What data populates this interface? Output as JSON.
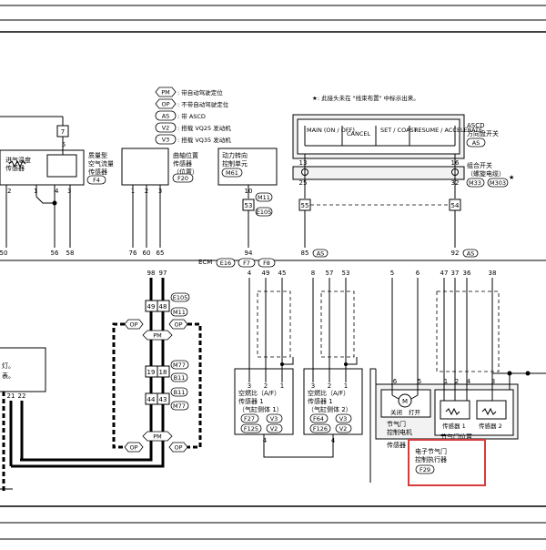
{
  "legend": {
    "items": [
      {
        "code": "PM",
        "text": ": 带自动驾驶定位"
      },
      {
        "code": "OP",
        "text": ": 不带自动驾驶定位"
      },
      {
        "code": "AS",
        "text": ": 带 ASCD"
      },
      {
        "code": "V2",
        "text": ": 搭载 VQ25 发动机"
      },
      {
        "code": "V3",
        "text": ": 搭载 VQ35 发动机"
      }
    ]
  },
  "note": "★: 此接头未在 \"线束布置\" 中标示出来。",
  "components": {
    "intake_temp": {
      "line1": "进气温度",
      "line2": "传感器"
    },
    "maf": {
      "line1": "质量型",
      "line2": "空气流量",
      "line3": "传感器",
      "conn": "F4",
      "pin_top": "7",
      "pin_mid": "5"
    },
    "crank": {
      "line1": "曲轴位置",
      "line2": "传感器",
      "line3": "（位置）",
      "conn": "F20",
      "pins": [
        "1",
        "2",
        "3"
      ]
    },
    "ps": {
      "line1": "动力转向",
      "line2": "控制单元",
      "conn": "M61",
      "pin": "10",
      "pin2": "53",
      "conn2": "M11",
      "conn3": "E105"
    },
    "ascd": {
      "title1": "ASCD",
      "title2": "方向盘开关",
      "tag": "AS",
      "buttons": [
        "MAIN (ON / OFF)",
        "CANCEL",
        "SET / COAST",
        "RESUME / ACCELERATE"
      ],
      "pins_top": [
        "13",
        "16"
      ],
      "pins_bot": [
        "25",
        "32"
      ],
      "spiral1": "组合开关",
      "spiral2": "（螺旋电缆）",
      "conn1": "M33",
      "conn2": "M303",
      "joint": [
        "55",
        "54"
      ]
    },
    "ecm": {
      "label": "ECM",
      "conns": [
        "E16",
        "F7",
        "F8"
      ],
      "top_pins": [
        "50",
        "56",
        "58",
        "76",
        "60",
        "65",
        "94",
        "85",
        "92"
      ],
      "bot_pins": [
        "4",
        "49",
        "45",
        "8",
        "57",
        "53",
        "5",
        "6",
        "47",
        "37",
        "36",
        "38"
      ],
      "left_pins": [
        "21",
        "22"
      ],
      "as": "AS"
    },
    "af1": {
      "pins": [
        "3",
        "2",
        "1"
      ],
      "line1": "空燃比（A/F）",
      "line2": "传感器 1",
      "line3": "（气缸侧体 1）",
      "conns": [
        "F27",
        "V3",
        "F125",
        "V2"
      ],
      "gnd": "4"
    },
    "af2": {
      "pins": [
        "3",
        "2",
        "1"
      ],
      "line1": "空燃比（A/F）",
      "line2": "传感器 1",
      "line3": "（气缸侧体 2）",
      "conns": [
        "F64",
        "V3",
        "F126",
        "V2"
      ],
      "gnd": "4"
    },
    "throttle": {
      "pins": [
        "6",
        "5",
        "1",
        "2",
        "4",
        "3"
      ],
      "motor_label1": "节气门",
      "motor_label2": "控制电机",
      "close": "关闭",
      "open": "打开",
      "s1": "传感器 1",
      "s2": "传感器 2",
      "pos1": "节气门位置",
      "pos2": "传感器",
      "act1": "电子节气门",
      "act2": "控制执行器",
      "conn": "F29"
    },
    "harness": {
      "pins_top": [
        "98",
        "97"
      ],
      "conns": [
        "E105",
        "M11",
        "M77",
        "B11",
        "B11",
        "M77"
      ],
      "pairs": [
        [
          "49",
          "48"
        ],
        [
          "19",
          "18"
        ],
        [
          "44",
          "43"
        ]
      ],
      "tags": [
        "OP",
        "PM",
        "OP",
        "OP",
        "PM",
        "OP"
      ]
    },
    "left_box": {
      "line1": "灯。",
      "line2": "表。"
    },
    "maf_pins": [
      "2",
      "1",
      "4",
      "3"
    ]
  }
}
